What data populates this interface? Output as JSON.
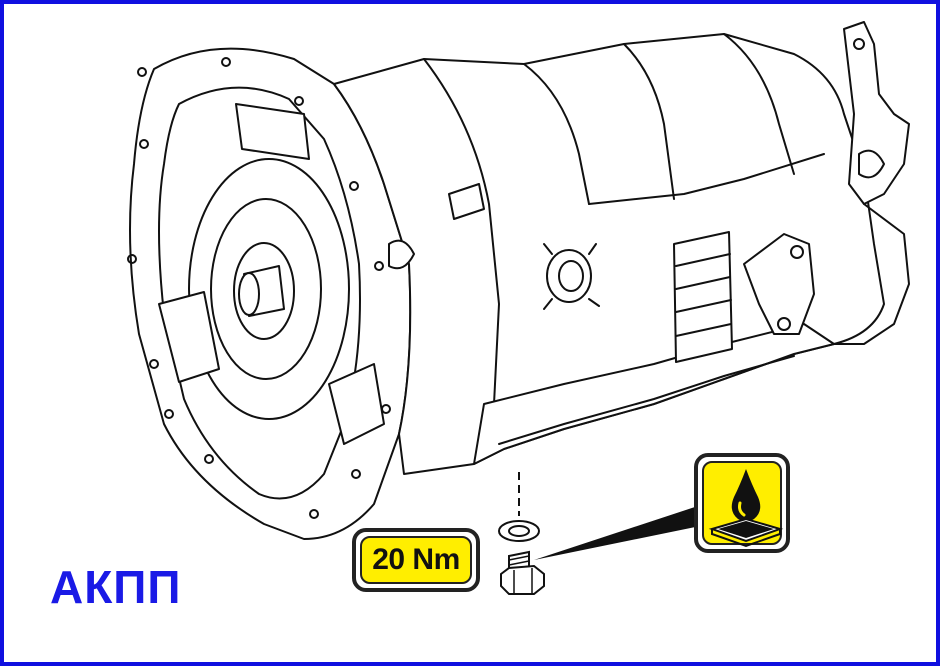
{
  "diagram": {
    "label": "АКПП",
    "torque_spec": "20 Nm",
    "icons": [
      "transmission-drawing",
      "drain-plug-icon",
      "sealing-washer-icon",
      "oil-drop-icon"
    ],
    "colors": {
      "border": "#1010e0",
      "label": "#1a1ae6",
      "badge_fill": "#ffee00",
      "outline": "#222222"
    }
  }
}
